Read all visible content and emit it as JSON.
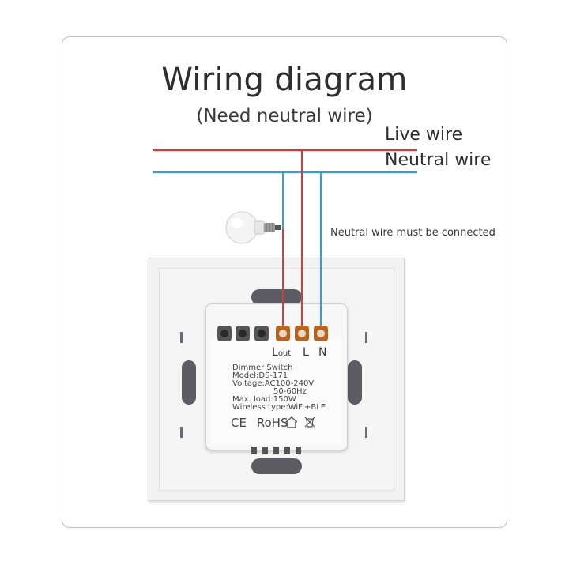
{
  "diagram": {
    "title": "Wiring diagram",
    "subtitle": "(Need neutral wire)",
    "live_label": "Live wire",
    "neutral_label": "Neutral wire",
    "note": "Neutral wire must be connected",
    "colors": {
      "live": "#d63a3a",
      "neutral": "#3a9ad6",
      "frame": "#bdbdbd"
    }
  },
  "module": {
    "terminals": {
      "lout_main": "L",
      "lout_sub": "out",
      "l": "L",
      "n": "N"
    },
    "specs": [
      "Dimmer Switch",
      "Model:DS-171",
      "Voltage:AC100-240V",
      "50-60Hz",
      "Max. load:150W",
      "Wireless type:WiFi+BLE"
    ],
    "certs": {
      "ce": "CE",
      "rohs": "RoHS"
    }
  },
  "icons": {
    "bulb": "light-bulb-icon",
    "house": "house-icon",
    "weee": "weee-bin-icon"
  }
}
